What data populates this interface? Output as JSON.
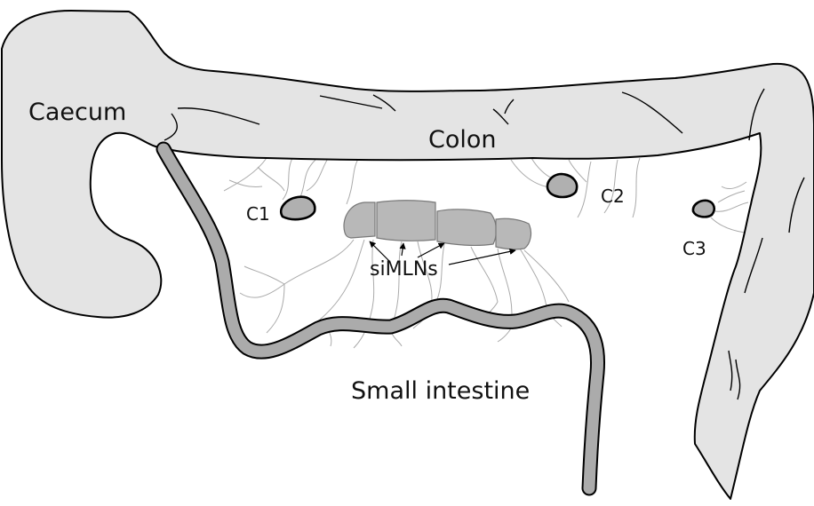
{
  "labels": {
    "caecum": "Caecum",
    "colon": "Colon",
    "c1": "C1",
    "c2": "C2",
    "c3": "C3",
    "simlns": "siMLNs",
    "small_intestine": "Small intestine"
  },
  "colors": {
    "gut_fill": "#e4e4e4",
    "node_fill": "#b8b8b8",
    "si_fill": "#ababab",
    "outline": "#000000",
    "vessels": "#aaaaaa"
  }
}
